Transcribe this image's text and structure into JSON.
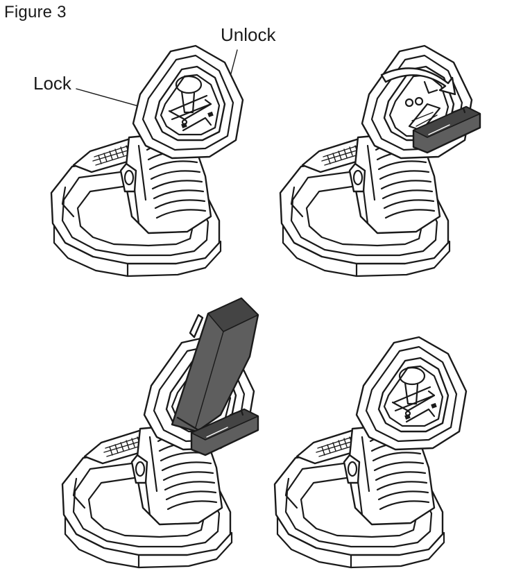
{
  "figure": {
    "title": "Figure 3"
  },
  "callouts": {
    "lock": "Lock",
    "unlock": "Unlock"
  },
  "panels": [
    {
      "id": "scanner-locked-view",
      "battery": "none",
      "latch": "closed"
    },
    {
      "id": "scanner-cover-opened",
      "battery": "none",
      "latch": "open"
    },
    {
      "id": "scanner-battery-inserting",
      "battery": "inserting",
      "latch": "open"
    },
    {
      "id": "scanner-reassembled",
      "battery": "none",
      "latch": "closed"
    }
  ],
  "colors": {
    "line": "#1a1a1a",
    "battery_fill": "#5e5e5e",
    "background": "#ffffff"
  }
}
